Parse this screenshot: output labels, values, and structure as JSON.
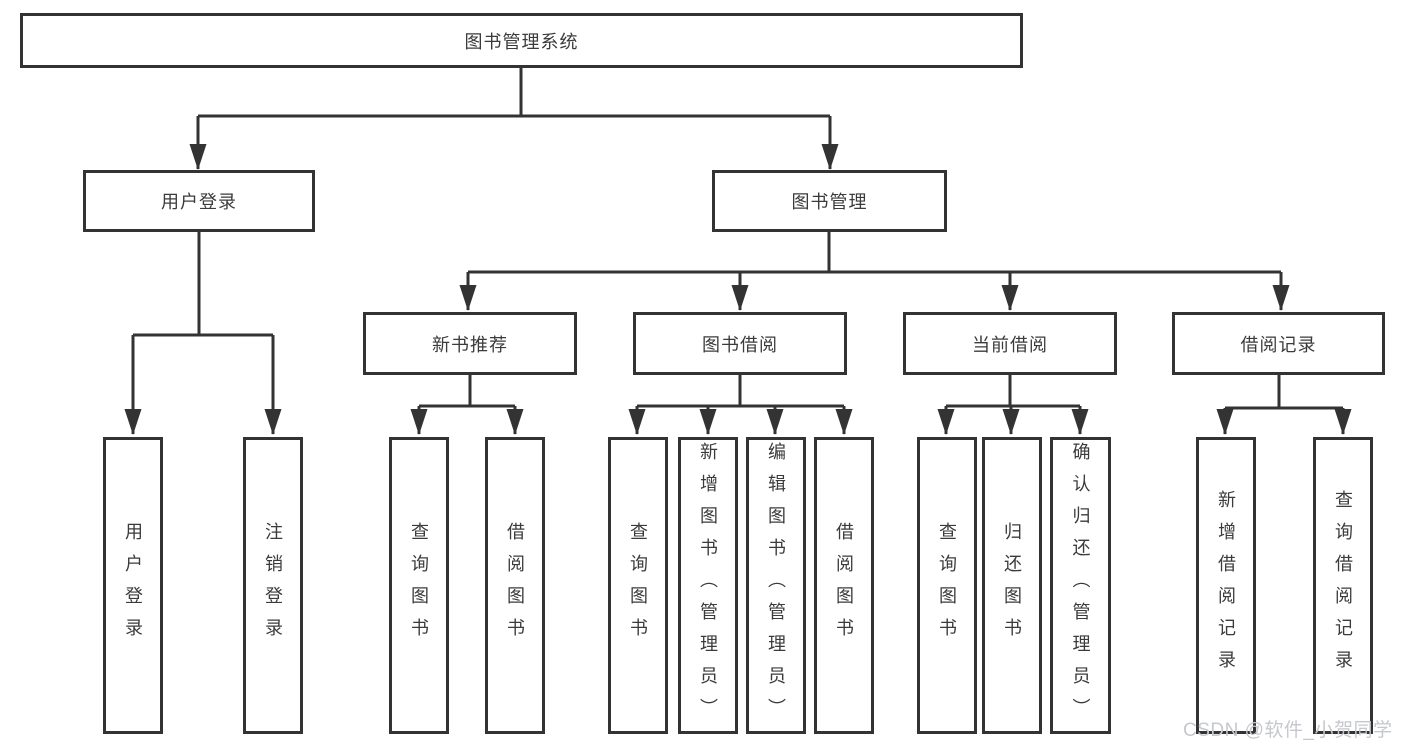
{
  "colors": {
    "line": "#333333",
    "box_border": "#333333",
    "text": "#3b3b3b",
    "watermark": "#c6c8cc",
    "background": "#ffffff"
  },
  "tree": {
    "label": "图书管理系统",
    "children": [
      {
        "label": "用户登录",
        "children": [
          {
            "label": "用户登录"
          },
          {
            "label": "注销登录"
          }
        ]
      },
      {
        "label": "图书管理",
        "children": [
          {
            "label": "新书推荐",
            "children": [
              {
                "label": "查询图书"
              },
              {
                "label": "借阅图书"
              }
            ]
          },
          {
            "label": "图书借阅",
            "children": [
              {
                "label": "查询图书"
              },
              {
                "label": "新增图书（管理员）"
              },
              {
                "label": "编辑图书（管理员）"
              },
              {
                "label": "借阅图书"
              }
            ]
          },
          {
            "label": "当前借阅",
            "children": [
              {
                "label": "查询图书"
              },
              {
                "label": "归还图书"
              },
              {
                "label": "确认归还（管理员）"
              }
            ]
          },
          {
            "label": "借阅记录",
            "children": [
              {
                "label": "新增借阅记录"
              },
              {
                "label": "查询借阅记录"
              }
            ]
          }
        ]
      }
    ]
  },
  "watermark": "CSDN @软件_小贺同学"
}
